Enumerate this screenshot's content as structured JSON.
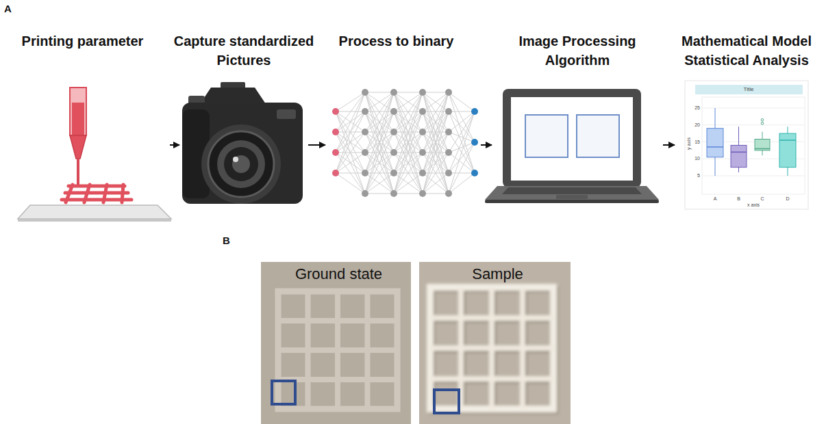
{
  "diagram": {
    "nodes": [
      {
        "text": [
          "Printing parameter"
        ]
      },
      {
        "text": [
          "Capture standardized Pictures"
        ]
      },
      {
        "text": [
          "Process to binary"
        ]
      },
      {
        "text": [
          "Image Processing Algorithm"
        ]
      },
      {
        "text": [
          "Mathematical Model Statistical Analysis"
        ]
      },
      {
        "text": [
          "Ground state"
        ]
      },
      {
        "text": [
          "Sample"
        ]
      }
    ],
    "edges": [
      {
        "from": 0,
        "to": 1,
        "arrow": "to"
      },
      {
        "from": 1,
        "to": 2,
        "arrow": "to"
      },
      {
        "from": 2,
        "to": 3,
        "arrow": "to"
      },
      {
        "from": 3,
        "to": 4,
        "arrow": "to"
      }
    ],
    "labels": [
      "A",
      "B",
      "Title",
      "25",
      "20",
      "15",
      "10",
      "5",
      "A",
      "B",
      "C",
      "D",
      "x axis",
      "y axis"
    ]
  }
}
